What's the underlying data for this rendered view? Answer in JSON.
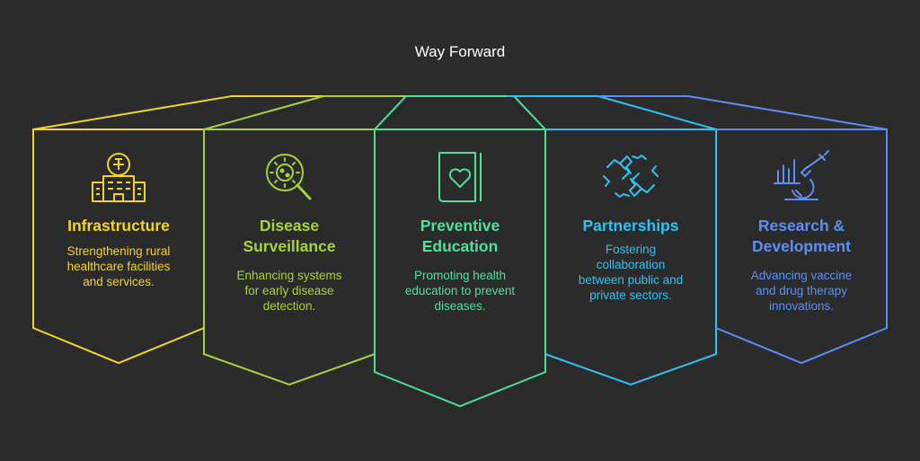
{
  "title": "Way Forward",
  "colors": {
    "background": "#2b2b2b",
    "infrastructure": "#f5d327",
    "disease_surveillance": "#a6d43c",
    "preventive_education": "#4ee19a",
    "partnerships": "#2ec3f2",
    "research_development": "#5b8ff5"
  },
  "panels": [
    {
      "heading": "Infrastructure",
      "description": "Strengthening rural\nhealthcare facilities\nand services.",
      "icon": "hospital-icon"
    },
    {
      "heading": "Disease\nSurveillance",
      "description": "Enhancing systems\nfor early disease\ndetection.",
      "icon": "virus-magnifier-icon"
    },
    {
      "heading": "Preventive\nEducation",
      "description": "Promoting health\neducation to prevent\ndiseases.",
      "icon": "heart-book-icon"
    },
    {
      "heading": "Partnerships",
      "description": "Fostering\ncollaboration\nbetween public and\nprivate sectors.",
      "icon": "handshake-icon"
    },
    {
      "heading": "Research &\nDevelopment",
      "description": "Advancing vaccine\nand drug therapy\ninnovations.",
      "icon": "microscope-syringe-icon"
    }
  ]
}
